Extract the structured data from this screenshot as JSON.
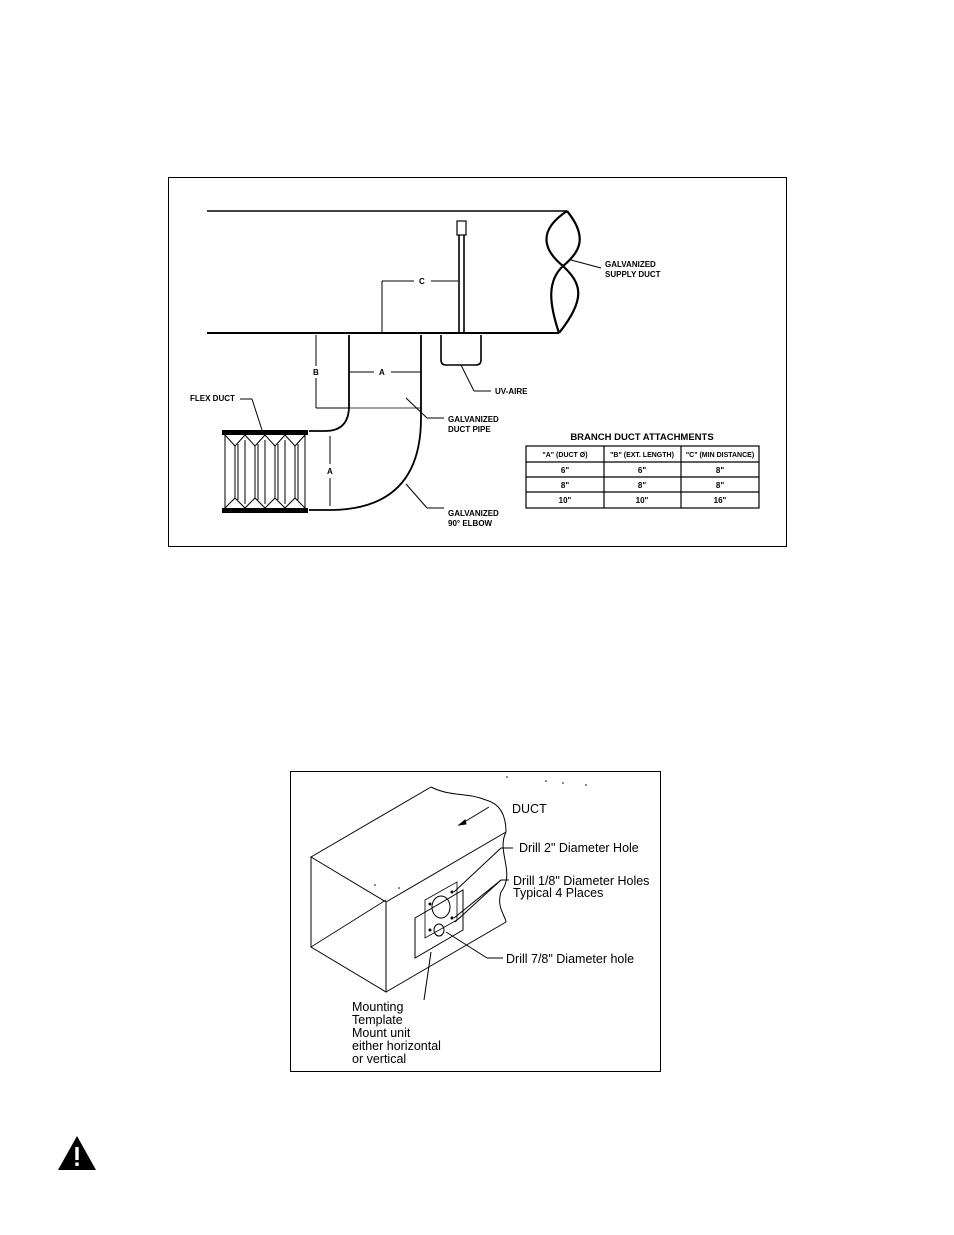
{
  "figure1": {
    "labels": {
      "supply_duct": [
        "GALVANIZED",
        "SUPPLY DUCT"
      ],
      "uv_aire": "UV-AIRE",
      "duct_pipe": [
        "GALVANIZED",
        "DUCT PIPE"
      ],
      "elbow": [
        "GALVANIZED",
        "90° ELBOW"
      ],
      "flex_duct": "FLEX DUCT",
      "dim_a": "A",
      "dim_b": "B",
      "dim_c": "C",
      "dim_a2": "A"
    },
    "table": {
      "title": "BRANCH DUCT ATTACHMENTS",
      "headers": [
        "\"A\" (DUCT Ø)",
        "\"B\" (EXT. LENGTH)",
        "\"C\" (MIN DISTANCE)"
      ],
      "rows": [
        [
          "6\"",
          "6\"",
          "8\""
        ],
        [
          "8\"",
          "8\"",
          "8\""
        ],
        [
          "10\"",
          "10\"",
          "16\""
        ]
      ]
    }
  },
  "figure2": {
    "labels": {
      "duct": "DUCT",
      "drill_2": "Drill 2\" Diameter Hole",
      "drill_18": [
        "Drill 1/8\" Diameter Holes",
        "Typical 4 Places"
      ],
      "drill_78": "Drill 7/8\" Diameter hole",
      "mounting": [
        "Mounting",
        "Template",
        "Mount unit",
        "either horizontal",
        "or vertical"
      ]
    }
  },
  "warning_icon": "warning-triangle-icon"
}
